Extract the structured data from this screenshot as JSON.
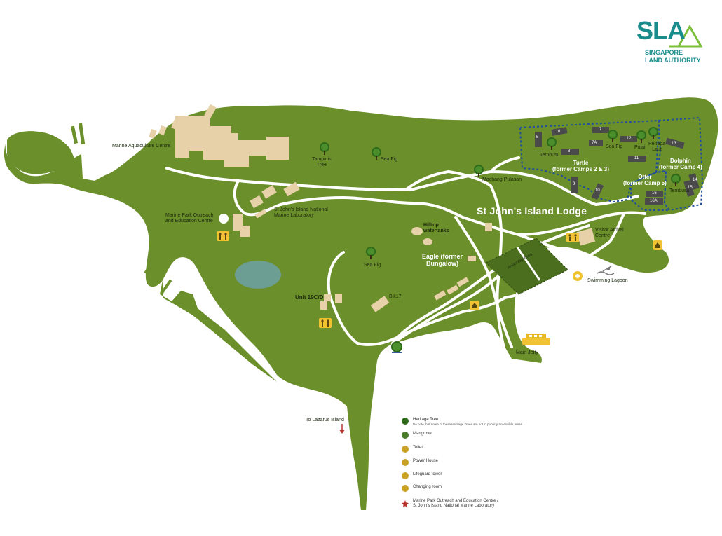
{
  "logo": {
    "mark": "SLA",
    "line1": "SINGAPORE",
    "line2": "LAND AUTHORITY"
  },
  "colors": {
    "land": "#6b8f2a",
    "land_dark": "#52731c",
    "path": "#ffffff",
    "building": "#e6d1a8",
    "pond": "#6d9e94",
    "camp": "#4a4a4a",
    "zone_border": "#1f4e9c",
    "assembly": "#4a6e1e",
    "icon_yellow": "#f1c232"
  },
  "labels": {
    "marine_aquaculture": "Marine Aquaculture Centre",
    "tampinis_tree": "Tampinis\nTree",
    "sea_fig_1": "Sea Fig",
    "machang_pulasan": "Machang Pulasan",
    "outreach_centre": "Marine Park Outreach\nand Education Centre",
    "national_lab": "St John's Island National\nMarine Laboratory",
    "hilltop": "Hilltop\nwatertanks",
    "lodge": "St John's Island Lodge",
    "eagle": "Eagle (former\nBungalow)",
    "sea_fig_2": "Sea Fig",
    "assembly_area": "Assembly Area",
    "visitor_arrival": "Visitor Arrival\nCentre",
    "swimming_lagoon": "Swimming Lagoon",
    "unit": "Unit 19C/D",
    "blk17": "Blk17",
    "main_jetty": "Main Jetty",
    "to_lazarus": "To Lazarus Island",
    "tembusu_1": "Tembusu",
    "sea_fig_3": "Sea Fig",
    "pulai": "Pulai",
    "penaga_laut": "Penaga\nLaut",
    "tembusu_2": "Tembusu",
    "turtle": "Turtle\n(former Camps 2 & 3)",
    "dolphin": "Dolphin\n(former Camp 4)",
    "otter": "Otter\n(former Camp 5)"
  },
  "camps": [
    "5",
    "6",
    "7",
    "7A",
    "8",
    "9",
    "10",
    "12",
    "11",
    "13",
    "14",
    "15",
    "16",
    "16A"
  ],
  "legend": [
    {
      "icon": "heritage-tree-icon",
      "color": "#2e6b1a",
      "label": "Heritage Tree",
      "note": "Do note that some of these Heritage Trees are not in publicly accessible areas."
    },
    {
      "icon": "mangrove-icon",
      "color": "#4a7d2a",
      "label": "Mangrove",
      "note": ""
    },
    {
      "icon": "toilet-icon",
      "color": "#c9a227",
      "label": "Toilet",
      "note": ""
    },
    {
      "icon": "power-house-icon",
      "color": "#c9a227",
      "label": "Power House",
      "note": ""
    },
    {
      "icon": "lifeguard-tower-icon",
      "color": "#c9a227",
      "label": "Lifeguard tower",
      "note": ""
    },
    {
      "icon": "changing-room-icon",
      "color": "#c9a227",
      "label": "Changing room",
      "note": ""
    },
    {
      "icon": "star-icon",
      "color": "#b5332b",
      "label": "Marine Park Outreach and Education Centre /\nSt John's Island National Marine Laboratory",
      "note": ""
    }
  ]
}
